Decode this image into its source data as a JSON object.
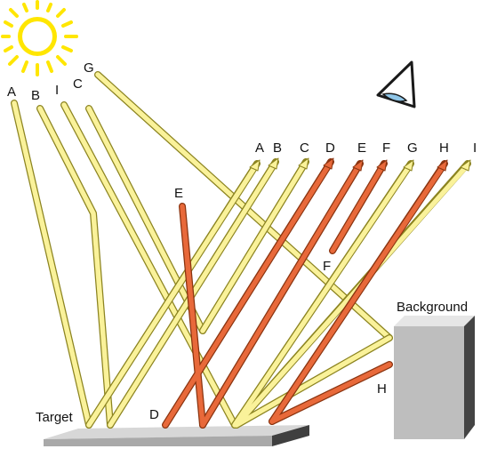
{
  "colors": {
    "sun": "#FFE600",
    "ray_yellow": "#FAF29A",
    "ray_yellow_stroke": "#8C8420",
    "ray_orange": "#E8693A",
    "ray_orange_stroke": "#8A3410",
    "surface_top": "#D7D7D7",
    "surface_front": "#A9A9A9",
    "surface_side": "#3F3F3F"
  },
  "icons": {
    "sun": "sun-icon",
    "eye": "eye-icon"
  },
  "labels": {
    "source_rays": [
      "A",
      "B",
      "I",
      "C",
      "G"
    ],
    "observed_rays": [
      "A",
      "B",
      "C",
      "D",
      "E",
      "F",
      "G",
      "H",
      "I"
    ],
    "ray_e": "E",
    "ray_f": "F",
    "ray_d": "D",
    "ray_h": "H",
    "target": "Target",
    "background": "Background"
  }
}
